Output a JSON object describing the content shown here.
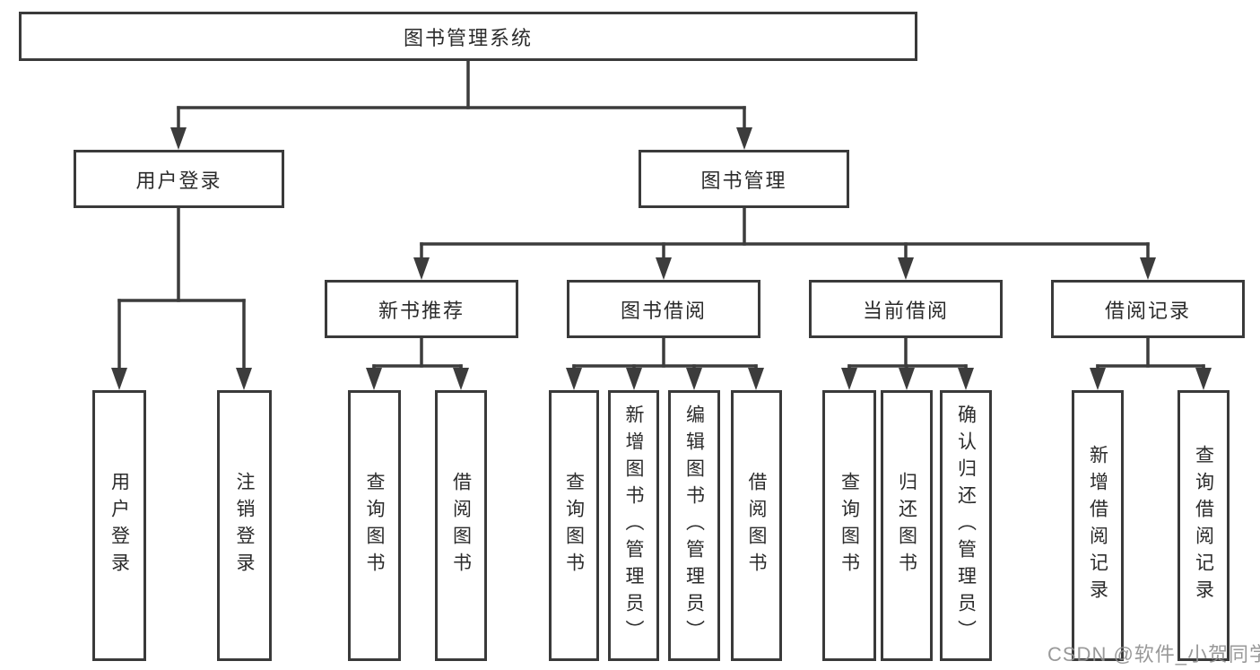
{
  "tree": {
    "label": "图书管理系统",
    "children": [
      {
        "label": "用户登录",
        "children": [
          {
            "label": "用户登录"
          },
          {
            "label": "注销登录"
          }
        ]
      },
      {
        "label": "图书管理",
        "children": [
          {
            "label": "新书推荐",
            "children": [
              {
                "label": "查询图书"
              },
              {
                "label": "借阅图书"
              }
            ]
          },
          {
            "label": "图书借阅",
            "children": [
              {
                "label": "查询图书"
              },
              {
                "label": "新增图书（管理员）"
              },
              {
                "label": "编辑图书（管理员）"
              },
              {
                "label": "借阅图书"
              }
            ]
          },
          {
            "label": "当前借阅",
            "children": [
              {
                "label": "查询图书"
              },
              {
                "label": "归还图书"
              },
              {
                "label": "确认归还（管理员）"
              }
            ]
          },
          {
            "label": "借阅记录",
            "children": [
              {
                "label": "新增借阅记录"
              },
              {
                "label": "查询借阅记录"
              }
            ]
          }
        ]
      }
    ]
  },
  "watermark": {
    "text": "CSDN @软件_小贺同学"
  },
  "colors": {
    "line": "#3c3c3c",
    "box_border": "#3a3a3a",
    "text": "#2b2b2b",
    "watermark": "#8f8f8f"
  }
}
